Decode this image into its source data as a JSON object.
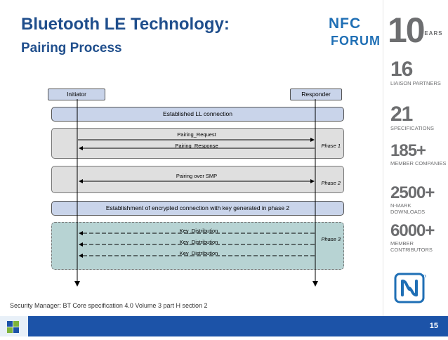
{
  "slide": {
    "title": "Bluetooth LE Technology:",
    "subtitle": "Pairing Process",
    "footnote": "Security Manager: BT Core specification 4.0 Volume 3 part H  section 2",
    "page_number": "15"
  },
  "branding": {
    "logo_nfc": "NFC",
    "logo_forum": "FORUM",
    "anniversary_number": "10",
    "anniversary_label": "YEARS",
    "stats": [
      {
        "number": "16",
        "label": "LIAISON PARTNERS"
      },
      {
        "number": "21",
        "label": "SPECIFICATIONS"
      },
      {
        "number": "185+",
        "label": "MEMBER COMPANIES"
      },
      {
        "number": "2500+",
        "label": "N-MARK DOWNLOADS"
      },
      {
        "number": "6000+",
        "label": "MEMBER CONTRIBUTORS"
      }
    ]
  },
  "diagram": {
    "initiator": "Initiator",
    "responder": "Responder",
    "established_ll": "Established LL connection",
    "pairing_request": "Pairing_Request",
    "pairing_response": "Pairing_Response",
    "phase1": "Phase 1",
    "pairing_over_smp": "Pairing over SMP",
    "phase2": "Phase 2",
    "encrypted_connection": "Establishment of encrypted connection with key generated in phase 2",
    "key_distribution_1": "Key_Distribution",
    "key_distribution_2": "Key_Distribution",
    "key_distribution_3": "Key_Distribution",
    "phase3": "Phase 3"
  },
  "colors": {
    "title": "#1f4e8c",
    "bar_fill": "#c9d4ea",
    "phase3_fill": "#b7d3d3",
    "bottom_bar": "#1c53a8"
  }
}
